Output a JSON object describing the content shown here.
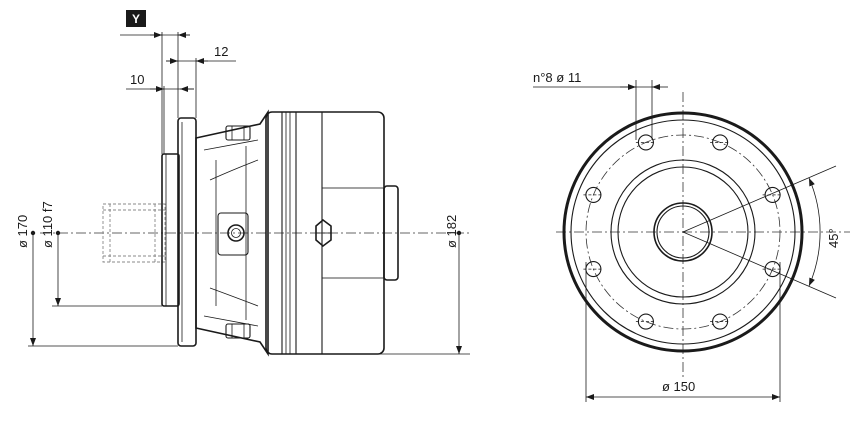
{
  "side_view": {
    "datum_label": "Y",
    "dim_12": "12",
    "dim_10": "10",
    "dim_d170": "ø 170",
    "dim_d110": "ø 110 f7",
    "dim_d182": "ø 182"
  },
  "front_view": {
    "holes_label": "n°8  ø 11",
    "angle_label": "45°",
    "dim_d150": "ø 150"
  }
}
